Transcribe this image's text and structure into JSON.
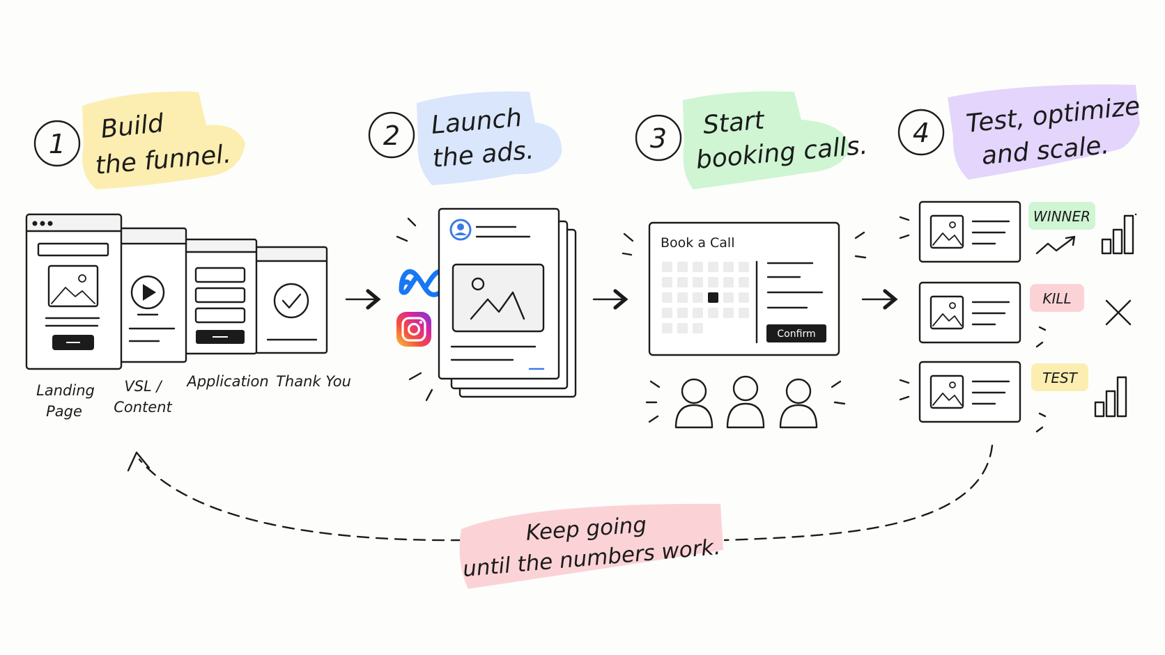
{
  "steps": [
    {
      "number": "1",
      "title_line1": "Build",
      "title_line2": "the funnel.",
      "highlight": "#fbeeb0"
    },
    {
      "number": "2",
      "title_line1": "Launch",
      "title_line2": "the ads.",
      "highlight": "#d9e6fc"
    },
    {
      "number": "3",
      "title_line1": "Start",
      "title_line2": "booking calls.",
      "highlight": "#cff5d3"
    },
    {
      "number": "4",
      "title_line1": "Test, optimize",
      "title_line2": "and scale.",
      "highlight": "#e3d5fb"
    }
  ],
  "funnel": {
    "landing_line1": "Landing",
    "landing_line2": "Page",
    "vsl_line1": "VSL /",
    "vsl_line2": "Content",
    "application": "Application",
    "thank_you": "Thank You"
  },
  "ads": {
    "platforms": [
      "meta-logo",
      "instagram-logo"
    ]
  },
  "booking": {
    "title": "Book a Call",
    "confirm_label": "Confirm"
  },
  "tests": [
    {
      "tag": "WINNER",
      "tag_color": "#cff5d3"
    },
    {
      "tag": "KILL",
      "tag_color": "#fbd3d6"
    },
    {
      "tag": "TEST",
      "tag_color": "#fbeeb0"
    }
  ],
  "loop": {
    "line1": "Keep going",
    "line2": "until the numbers work.",
    "highlight": "#fbd3d6"
  },
  "colors": {
    "ink": "#1b1b1b",
    "meta_blue": "#1877f2",
    "avatar_blue": "#3b7be8"
  }
}
